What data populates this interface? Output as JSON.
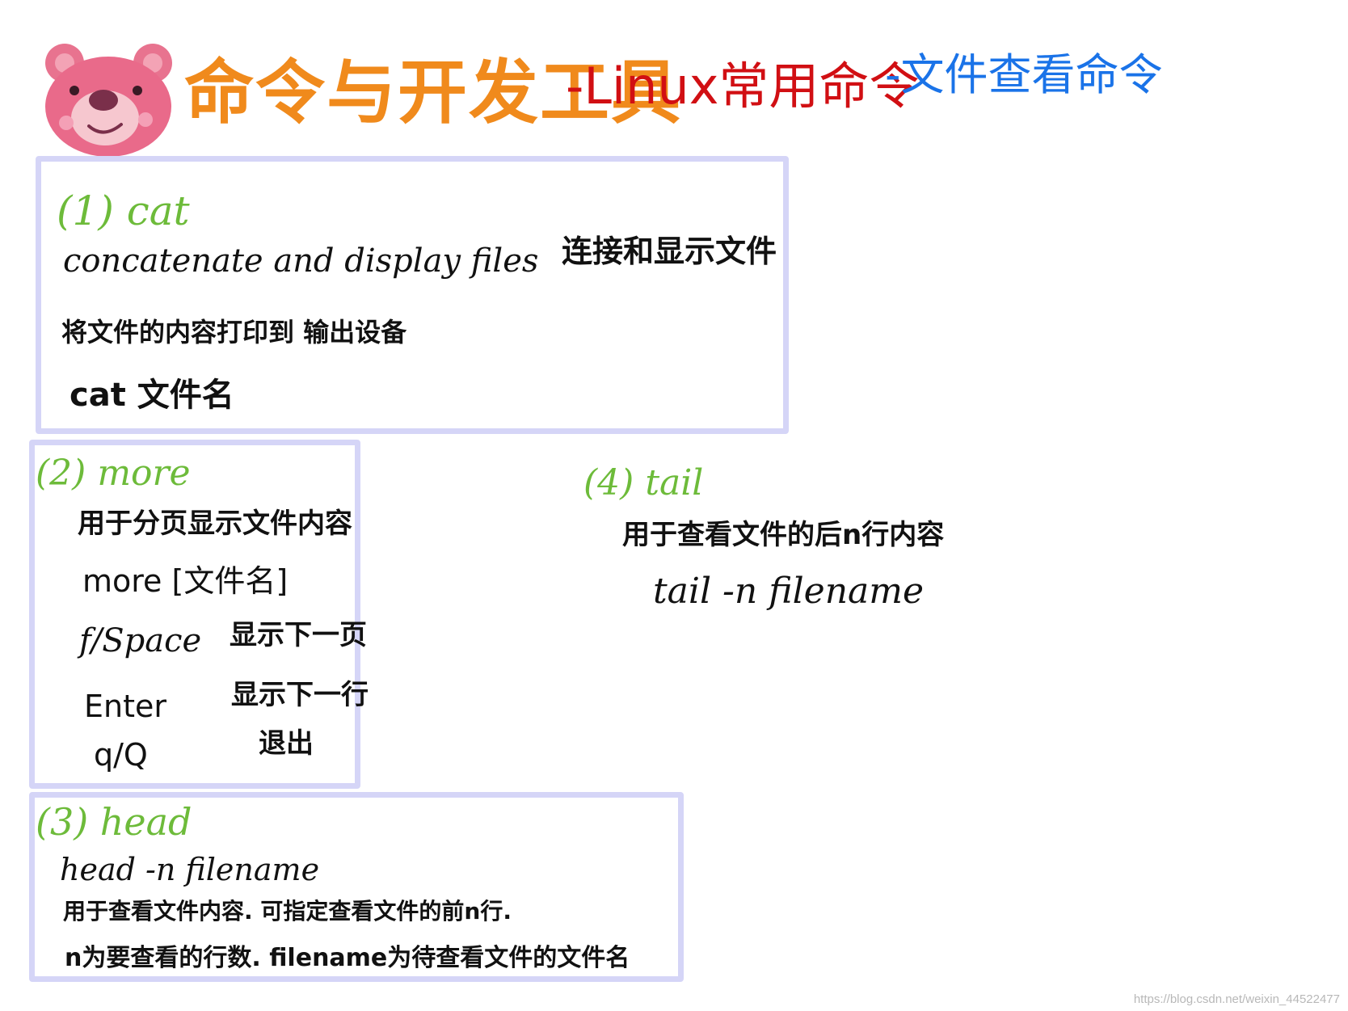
{
  "header": {
    "title_main": "命令与开发工具",
    "title_linux": "-Linux常用命令",
    "title_sub": "-文件查看命令"
  },
  "cat": {
    "heading": "(1) cat",
    "english": "concatenate and display files",
    "chinese_meaning": "连接和显示文件",
    "description": "将文件的内容打印到 输出设备",
    "usage": "cat 文件名"
  },
  "more": {
    "heading": "(2) more",
    "description": "用于分页显示文件内容",
    "usage": "more [文件名]",
    "keys": [
      {
        "key": "f/Space",
        "action": "显示下一页"
      },
      {
        "key": "Enter",
        "action": "显示下一行"
      },
      {
        "key": "q/Q",
        "action": "退出"
      }
    ]
  },
  "head": {
    "heading": "(3) head",
    "usage": "head -n filename",
    "description": "用于查看文件内容. 可指定查看文件的前n行.",
    "note": "n为要查看的行数. filename为待查看文件的文件名"
  },
  "tail": {
    "heading": "(4) tail",
    "description": "用于查看文件的后n行内容",
    "usage": "tail -n filename"
  },
  "watermark": "https://blog.csdn.net/weixin_44522477",
  "colors": {
    "title_orange": "#f08a1c",
    "title_red": "#d10f13",
    "title_blue": "#1a73e8",
    "heading_green": "#6dbb3a",
    "box_border": "#d5d5f7",
    "bear_pink": "#e96a8a"
  }
}
